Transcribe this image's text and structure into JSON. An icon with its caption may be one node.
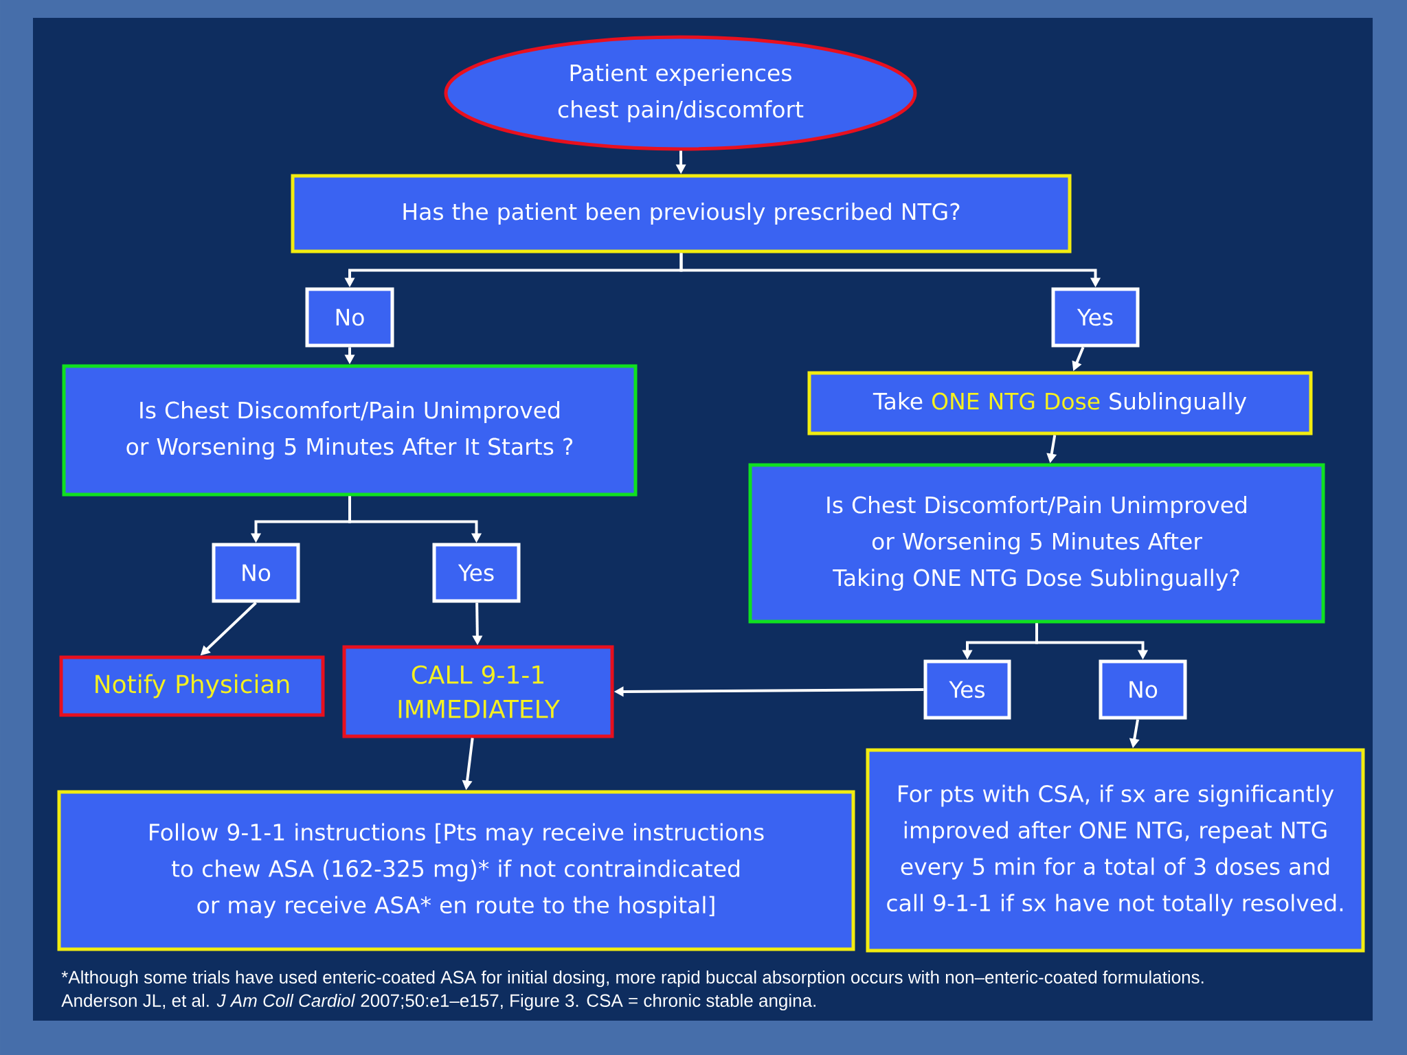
{
  "diagram": {
    "nodes": [
      {
        "text": [
          "Patient experiences chest pain/discomfort"
        ]
      },
      {
        "text": [
          "Has the patient been previously prescribed NTG?"
        ]
      },
      {
        "text": [
          "No"
        ]
      },
      {
        "text": [
          "Yes"
        ]
      },
      {
        "text": [
          "Is Chest Discomfort/Pain Unimproved or Worsening 5 Minutes After It Starts ?"
        ]
      },
      {
        "text": [
          "Take",
          "ONE NTG Dose",
          "Sublingually"
        ]
      },
      {
        "text": [
          "No"
        ]
      },
      {
        "text": [
          "Yes"
        ]
      },
      {
        "text": [
          "Is Chest Discomfort/Pain Unimproved or Worsening 5 Minutes After Taking ONE NTG Dose Sublingually?"
        ]
      },
      {
        "text": [
          "Notify Physician"
        ]
      },
      {
        "text": [
          "CALL 9-1-1 IMMEDIATELY"
        ]
      },
      {
        "text": [
          "Yes"
        ]
      },
      {
        "text": [
          "No"
        ]
      },
      {
        "text": [
          "Follow 9-1-1 instructions [Pts may receive instructions to chew ASA  (162-325 mg)* if not contraindicated or may receive ASA* en route to the hospital]"
        ]
      },
      {
        "text": [
          "For pts with CSA, if sx are significantly improved after ONE NTG, repeat NTG every 5 min for a total of 3 doses and call 9-1-1 if sx have not totally resolved."
        ]
      }
    ],
    "edges": [
      {
        "from": 0,
        "to": 1,
        "arrow": "to"
      },
      {
        "from": 1,
        "to": 2,
        "arrow": "to"
      },
      {
        "from": 1,
        "to": 3,
        "arrow": "to"
      },
      {
        "from": 2,
        "to": 4,
        "arrow": "to"
      },
      {
        "from": 3,
        "to": 5,
        "arrow": "to"
      },
      {
        "from": 4,
        "to": 6,
        "arrow": "to"
      },
      {
        "from": 4,
        "to": 7,
        "arrow": "to"
      },
      {
        "from": 5,
        "to": 8,
        "arrow": "to"
      },
      {
        "from": 6,
        "to": 9,
        "arrow": "to"
      },
      {
        "from": 7,
        "to": 10,
        "arrow": "to"
      },
      {
        "from": 8,
        "to": 11,
        "arrow": "to"
      },
      {
        "from": 8,
        "to": 12,
        "arrow": "to"
      },
      {
        "from": 11,
        "to": 10,
        "arrow": "to"
      },
      {
        "from": 12,
        "to": 14,
        "arrow": "to"
      },
      {
        "from": 10,
        "to": 13,
        "arrow": "to"
      }
    ],
    "labels": [
      "*Although some trials have used enteric-coated ASA for initial dosing, more rapid buccal absorption occurs with non–enteric-coated formulations.",
      "Anderson JL, et al. *J Am Coll Cardiol* 2007;50:e1–e157, Figure 3. CSA = chronic stable angina."
    ]
  }
}
